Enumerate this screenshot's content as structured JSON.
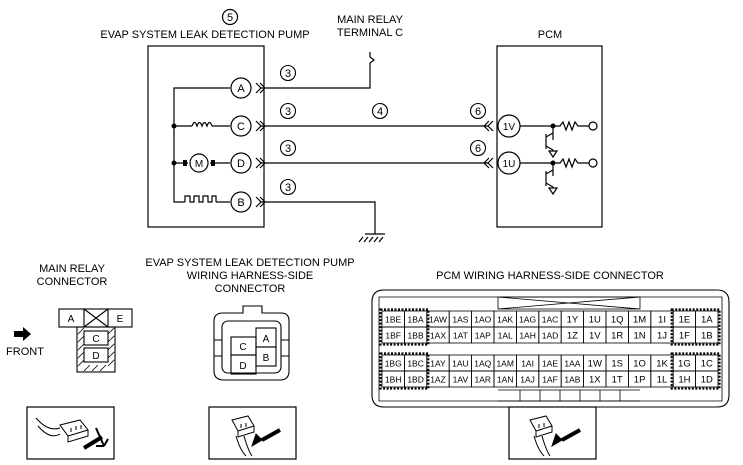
{
  "pump": {
    "ref": "5",
    "title": "EVAP SYSTEM LEAK DETECTION PUMP",
    "terminals": [
      "A",
      "C",
      "D",
      "B"
    ],
    "component_labels": [
      "M"
    ]
  },
  "main_relay": {
    "line1": "MAIN RELAY",
    "line2": "TERMINAL C"
  },
  "pcm": {
    "title": "PCM",
    "terminals": [
      "1V",
      "1U"
    ]
  },
  "wire_marks": {
    "pump_side": [
      "3",
      "3",
      "3",
      "3"
    ],
    "middle": "4",
    "pcm_side": [
      "6",
      "6"
    ]
  },
  "bottom": {
    "main_relay_connector": {
      "line1": "MAIN RELAY",
      "line2": "CONNECTOR",
      "terminals": [
        "A",
        "E",
        "C",
        "D"
      ],
      "front_label": "FRONT"
    },
    "pump_connector": {
      "line1": "EVAP SYSTEM LEAK DETECTION PUMP",
      "line2": "WIRING HARNESS-SIDE",
      "line3": "CONNECTOR",
      "terminals": [
        "A",
        "C",
        "B",
        "D"
      ]
    },
    "pcm_connector": {
      "title": "PCM WIRING HARNESS-SIDE CONNECTOR",
      "rows": [
        [
          "1BE",
          "1BA",
          "1AW",
          "1AS",
          "1AO",
          "1AK",
          "1AG",
          "1AC",
          "1Y",
          "1U",
          "1Q",
          "1M",
          "1I",
          "1E",
          "1A"
        ],
        [
          "1BF",
          "1BB",
          "1AX",
          "1AT",
          "1AP",
          "1AL",
          "1AH",
          "1AD",
          "1Z",
          "1V",
          "1R",
          "1N",
          "1J",
          "1F",
          "1B"
        ],
        [
          "1BG",
          "1BC",
          "1AY",
          "1AU",
          "1AQ",
          "1AM",
          "1AI",
          "1AE",
          "1AA",
          "1W",
          "1S",
          "1O",
          "1K",
          "1G",
          "1C"
        ],
        [
          "1BH",
          "1BD",
          "1AZ",
          "1AV",
          "1AR",
          "1AN",
          "1AJ",
          "1AF",
          "1AB",
          "1X",
          "1T",
          "1P",
          "1L",
          "1H",
          "1D"
        ]
      ]
    }
  }
}
